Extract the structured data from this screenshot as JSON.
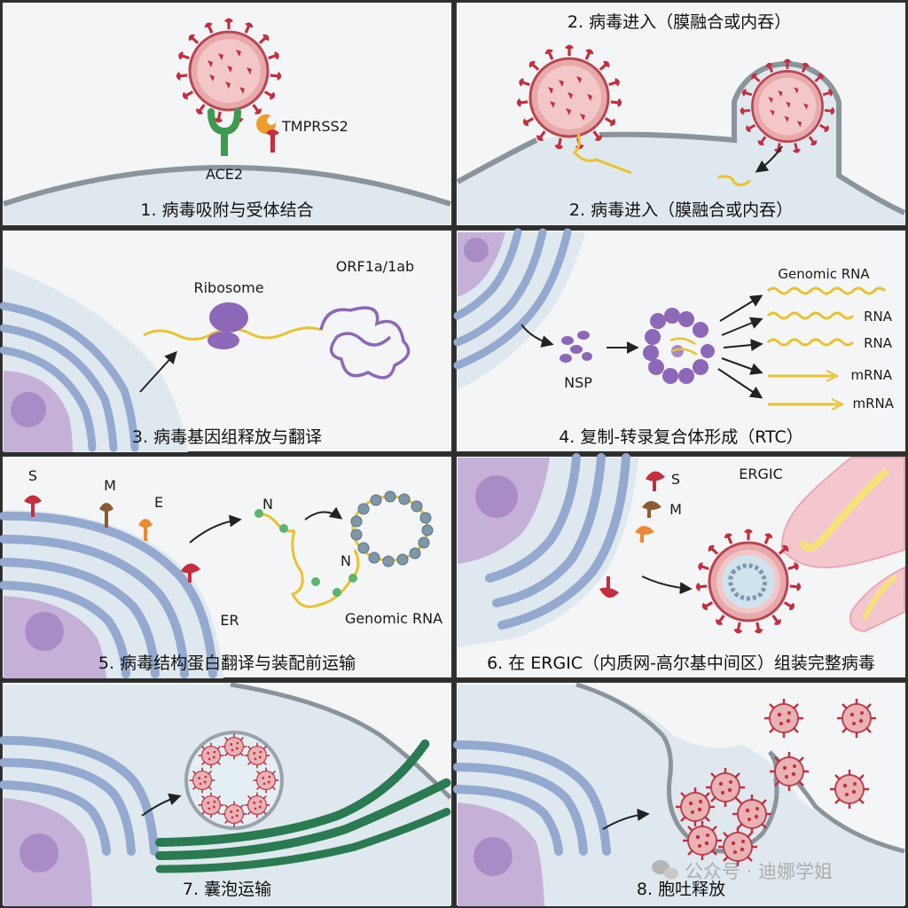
{
  "panels": [
    {
      "caption": "1. 病毒吸附与受体结合",
      "labels": {
        "ace2": "ACE2",
        "tmprss2": "TMPRSS2"
      }
    },
    {
      "caption": "2. 病毒进入（膜融合或内吞）",
      "title": "2. 病毒进入（膜融合或内吞）"
    },
    {
      "caption": "3. 病毒基因组释放与翻译",
      "labels": {
        "ribosome": "Ribosome",
        "orf": "ORF1a/1ab"
      }
    },
    {
      "caption": "4. 复制-转录复合体形成（RTC）",
      "labels": {
        "nsp": "NSP",
        "products": [
          "Genomic RNA",
          "RNA",
          "RNA",
          "mRNA",
          "mRNA"
        ]
      }
    },
    {
      "caption": "5. 病毒结构蛋白翻译与装配前运输",
      "labels": {
        "s": "S",
        "m": "M",
        "e": "E",
        "n1": "N",
        "n2": "N",
        "er": "ER",
        "genomic": "Genomic RNA"
      }
    },
    {
      "caption": "6. 在 ERGIC（内质网-高尔基中间区）组装完整病毒",
      "labels": {
        "ergic": "ERGIC",
        "s": "S",
        "m": "M"
      }
    },
    {
      "caption": "7. 囊泡运输"
    },
    {
      "caption": "8. 胞吐释放",
      "watermark": "公众号 · 迪娜学姐"
    }
  ],
  "colors": {
    "cell_fill": "#dde8ef",
    "background": "#f2f4f5",
    "membrane": "#8b949b",
    "er": "#93a9cf",
    "nucleus": "#c5b1d8",
    "virus": "#e9b3b3",
    "spike": "#c42e3f",
    "rna": "#e9c32c",
    "protein": "#8d67b8",
    "ace2": "#3d9a4e",
    "tmprss2": "#ef9c2a",
    "m_protein": "#8a5a34",
    "e_protein": "#ee8a32",
    "golgi": "#f4c7cf",
    "microtubule": "#2a7a52"
  }
}
